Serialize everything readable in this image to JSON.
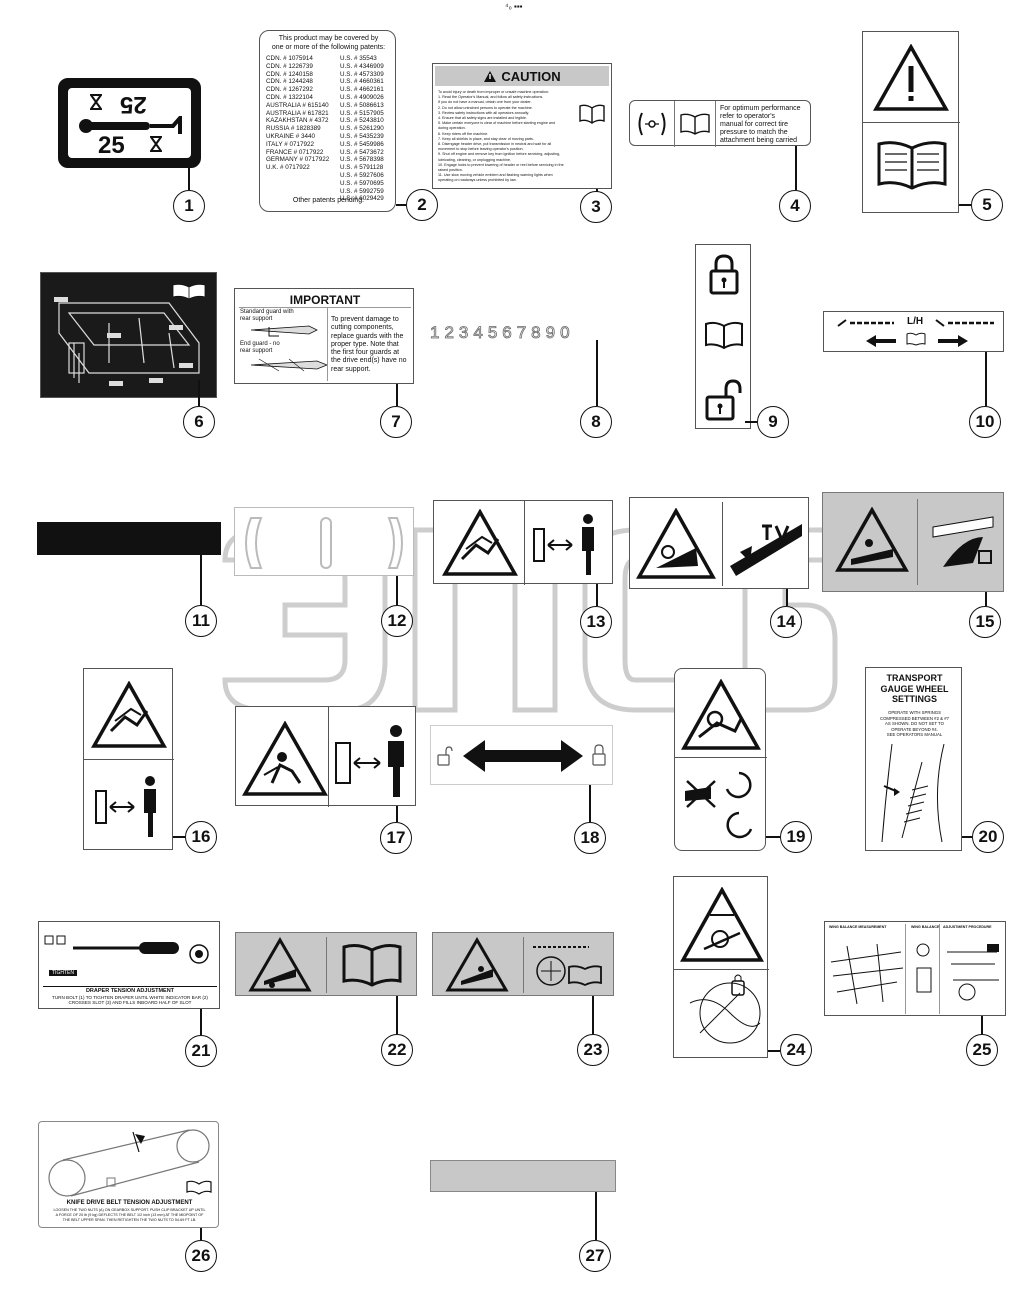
{
  "header": {
    "mark": "⁴₀ ▪▪▪"
  },
  "callouts": [
    "1",
    "2",
    "3",
    "4",
    "5",
    "6",
    "7",
    "8",
    "9",
    "10",
    "11",
    "12",
    "13",
    "14",
    "15",
    "16",
    "17",
    "18",
    "19",
    "20",
    "21",
    "22",
    "23",
    "24",
    "25",
    "26",
    "27"
  ],
  "decal1": {
    "top": "25",
    "bottom": "25"
  },
  "decal2": {
    "heading_line1": "This product may be covered by",
    "heading_line2": "one or more of the following patents:",
    "left": [
      "CDN. # 1075914",
      "CDN. # 1226739",
      "CDN. # 1240158",
      "CDN. # 1244248",
      "CDN. # 1267292",
      "CDN. # 1322104",
      "AUSTRALIA # 615140",
      "AUSTRALIA # 617821",
      "KAZAKHSTAN # 4372",
      "RUSSIA # 1828389",
      "UKRAINE # 3440",
      "ITALY # 0717922",
      "FRANCE # 0717922",
      "GERMANY # 0717922",
      "U.K. # 0717922"
    ],
    "right": [
      "U.S. # 35543",
      "U.S. # 4346909",
      "U.S. # 4573309",
      "U.S. # 4660361",
      "U.S. # 4662161",
      "U.S. # 4909026",
      "U.S. # 5086613",
      "U.S. # 5157905",
      "U.S. # 5243810",
      "U.S. # 5261290",
      "U.S. # 5435239",
      "U.S. # 5459986",
      "U.S. # 5473672",
      "U.S. # 5678398",
      "U.S. # 5791128",
      "U.S. # 5927606",
      "U.S. # 5970695",
      "U.S. # 5992759",
      "U.S. # 6029429"
    ],
    "footer": "Other patents pending."
  },
  "decal3": {
    "title": "CAUTION",
    "lines": [
      "To avoid injury or death from improper or unsafe machine operation:",
      "1.  Read the Operator's Manual, and follow all safety instructions.",
      "     If you do not have a manual, obtain one from your dealer.",
      "2.  Do not allow untrained persons to operate the machine.",
      "3.  Review safety instructions with all operators annually.",
      "4.  Ensure that all safety signs are installed and legible.",
      "5.  Make certain everyone is clear of machine before starting engine and",
      "     during operation.",
      "6.  Keep riders off the machine.",
      "7.  Keep all shields in place, and stay clear of moving parts.",
      "8.  Disengage header drive, put transmission in neutral and wait for all",
      "     movement to stop before leaving operator's position.",
      "9.  Shut off engine and remove key from ignition before servicing, adjusting,",
      "     lubricating, cleaning, or unplugging machine.",
      "10. Engage locks to prevent lowering of header or reel before servicing in the",
      "     raised position.",
      "11. Use slow moving vehicle emblem and flashing warning lights when",
      "     operating on roadways unless prohibited by law."
    ]
  },
  "decal4": {
    "lines": [
      "For optimum performance",
      "refer to operator's",
      "manual for correct tire",
      "pressure to match the",
      "attachment being carried"
    ]
  },
  "decal7": {
    "title": "IMPORTANT",
    "std_label": [
      "Standard guard with",
      "rear support"
    ],
    "end_label": [
      "End guard - no",
      "rear support"
    ],
    "message": [
      "To prevent damage to",
      "cutting components,",
      "replace guards with the",
      "proper type.  Note that",
      "the first four guards at",
      "the drive end(s) have no",
      "rear support."
    ]
  },
  "decal8": {
    "digits": "1234567890"
  },
  "decal10": {
    "label": "L/H"
  },
  "decal20": {
    "title": [
      "TRANSPORT",
      "GAUGE WHEEL",
      "SETTINGS"
    ],
    "lines": [
      "OPERATE WITH SPRINGS",
      "COMPRESSED BETWEEN #2 & #7",
      "AS SHOWN.  DO NOT SET TO",
      "OPERATE BEYOND #4.",
      "SEE OPERATORS MANUAL"
    ]
  },
  "decal21": {
    "title": "DRAPER TENSION ADJUSTMENT",
    "tighten": "TIGHTEN",
    "lines": [
      "TURN BOLT (1) TO TIGHTEN DRAPER UNTIL WHITE INDICATOR BAR (2)",
      "CROSSES SLOT (3) AND FILLS INBOARD HALF OF SLOT"
    ]
  },
  "decal25": {
    "headers": [
      "WING BALANCE MEASUREMENT",
      "WING BALANCE",
      "ADJUSTMENT PROCEDURE"
    ]
  },
  "decal26": {
    "title": "KNIFE DRIVE BELT TENSION ADJUSTMENT",
    "lines": [
      "LOOSEN THE TWO NUTS (A) ON GEARBOX SUPPORT. PUSH CLIP BRACKET UP UNTIL",
      "A FORCE OF 20 lb (9 kg) DEFLECTS THE BELT 1/2 inch (13 mm) AT THE MIDPOINT OF",
      "THE BELT UPPER SPAN. THEN RETIGHTEN THE TWO NUTS TO 54-69 FT LB."
    ]
  },
  "colors": {
    "ink": "#111111",
    "decal_gray": "#c8c8c8",
    "watermark": "#bdbdbd"
  }
}
